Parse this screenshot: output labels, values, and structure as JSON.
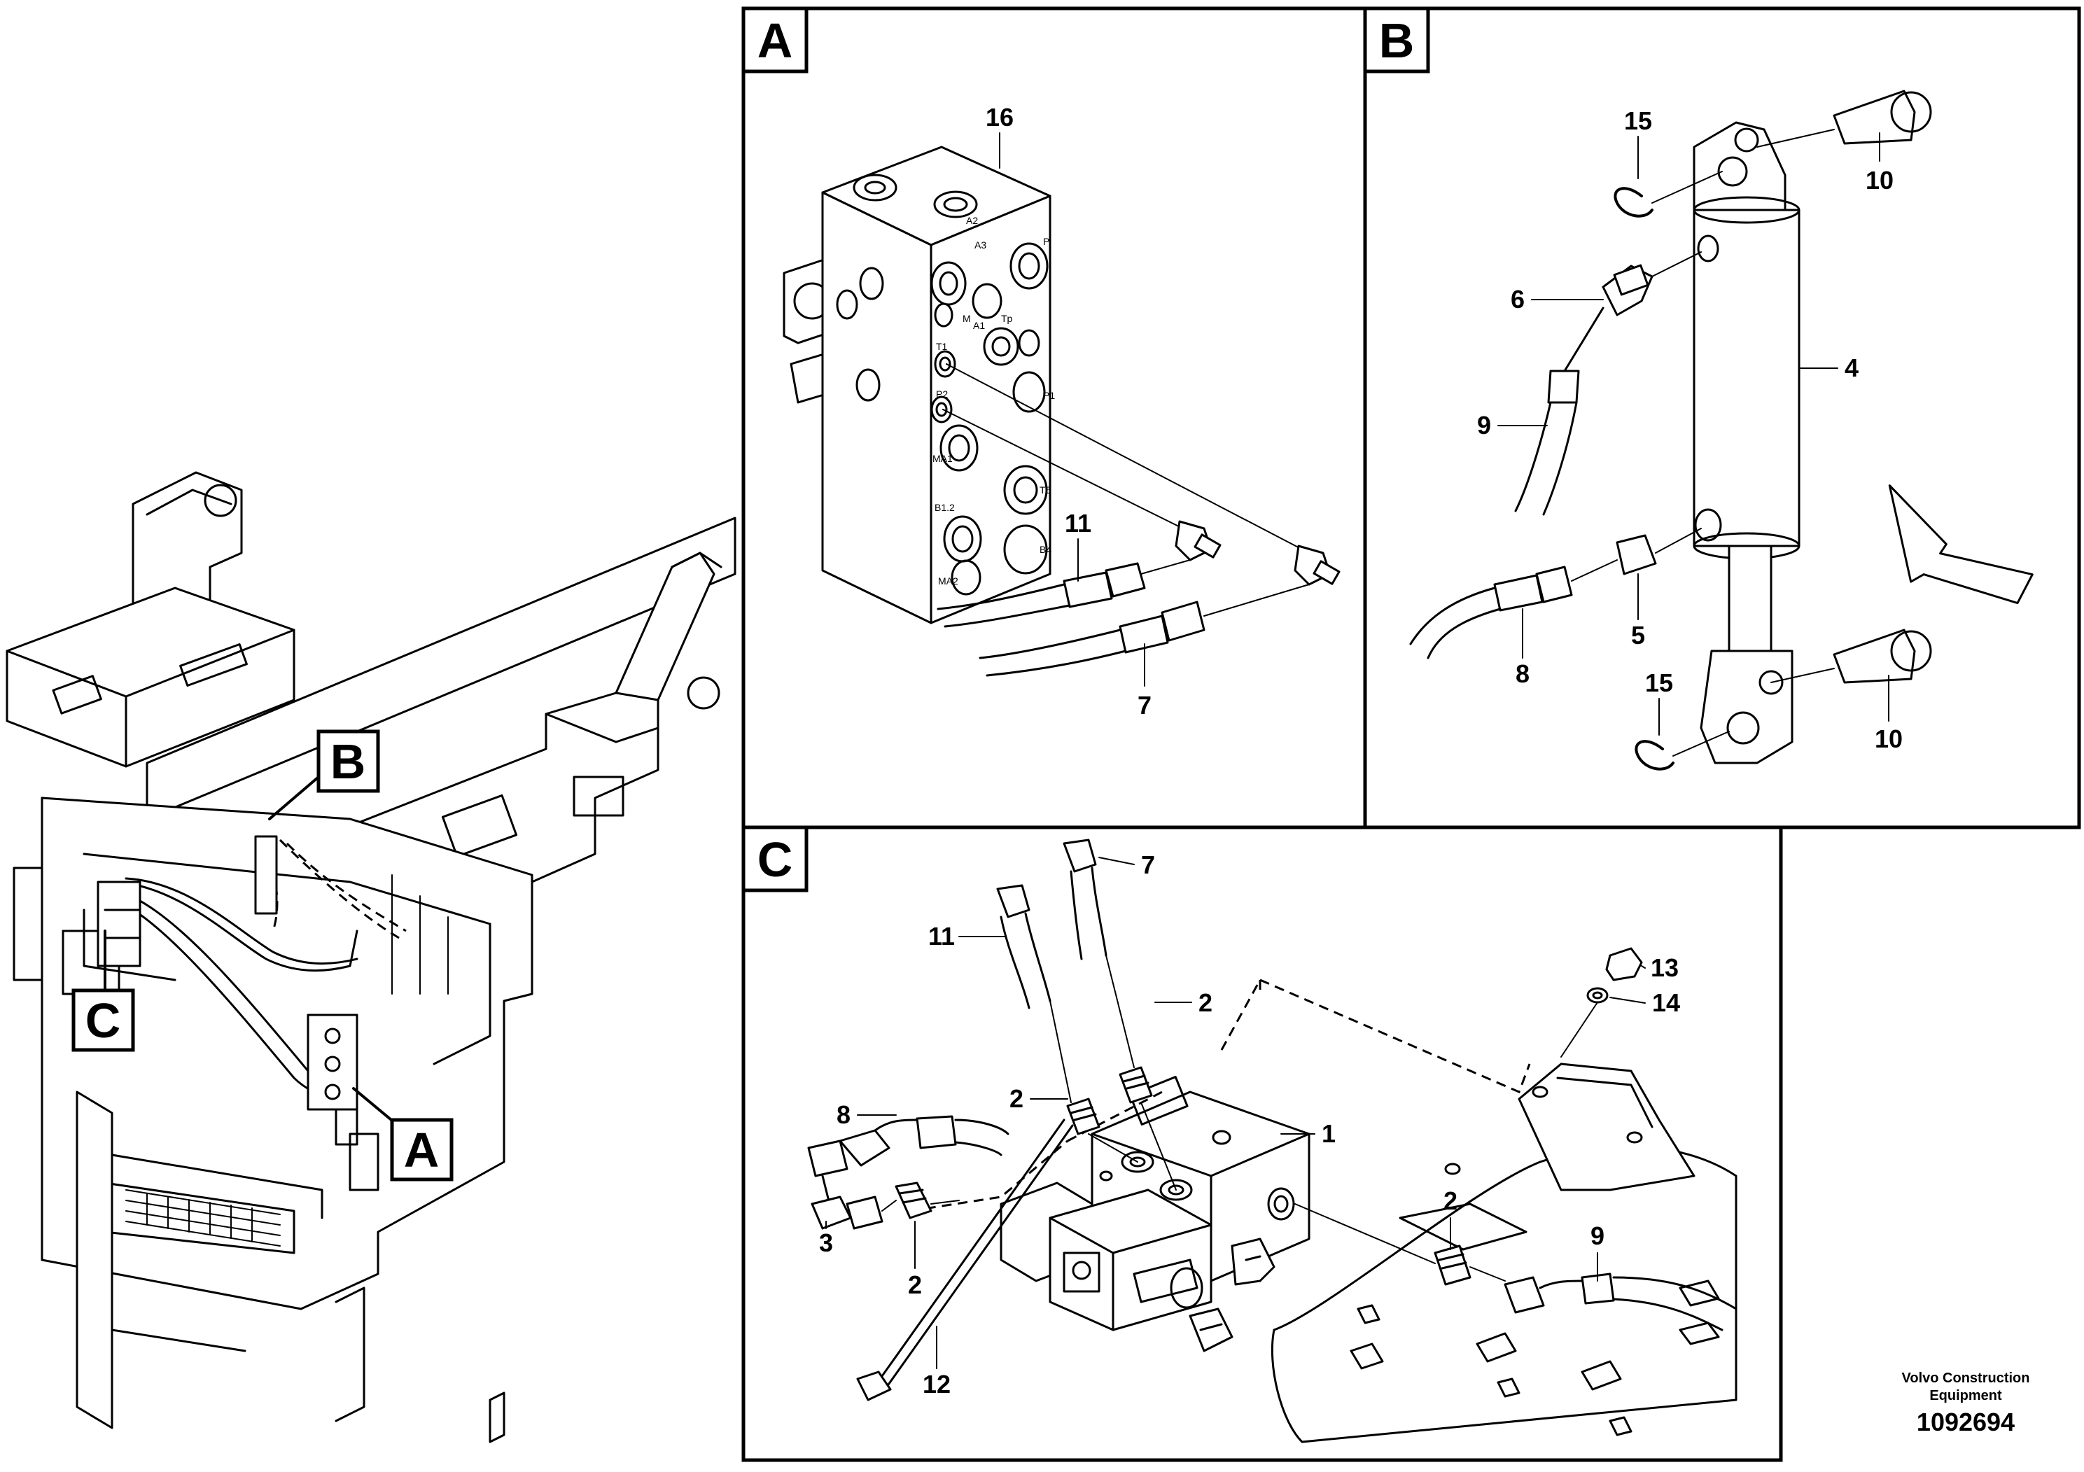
{
  "diagram": {
    "panel_labels": {
      "a": "A",
      "b": "B",
      "c": "C"
    },
    "overview_callouts": {
      "a": "A",
      "b": "B",
      "c": "C"
    },
    "panel_a_callouts": {
      "valve_block": "16",
      "hose_11": "11",
      "hose_7": "7"
    },
    "panel_b_callouts": {
      "ring_top": "15",
      "pin_top": "10",
      "elbow": "6",
      "hose_9": "9",
      "cylinder": "4",
      "connector": "5",
      "hose_8": "8",
      "ring_bottom": "15",
      "pin_bottom": "10"
    },
    "panel_c_callouts": {
      "hose_7": "7",
      "hose_11": "11",
      "nipple_a": "2",
      "nipple_b": "2",
      "hose_8": "8",
      "valve": "1",
      "nut": "13",
      "washer": "14",
      "tee": "3",
      "nipple_c": "2",
      "nipple_d": "2",
      "hose_9": "9",
      "bolt": "12"
    },
    "port_markings": [
      "P",
      "Tp",
      "A2",
      "A3",
      "M",
      "A1",
      "T1",
      "P1",
      "P2",
      "MA1",
      "B1.2",
      "T5",
      "B4",
      "MA2"
    ],
    "footer": {
      "brand_line1": "Volvo Construction",
      "brand_line2": "Equipment",
      "document_number": "1092694"
    }
  }
}
